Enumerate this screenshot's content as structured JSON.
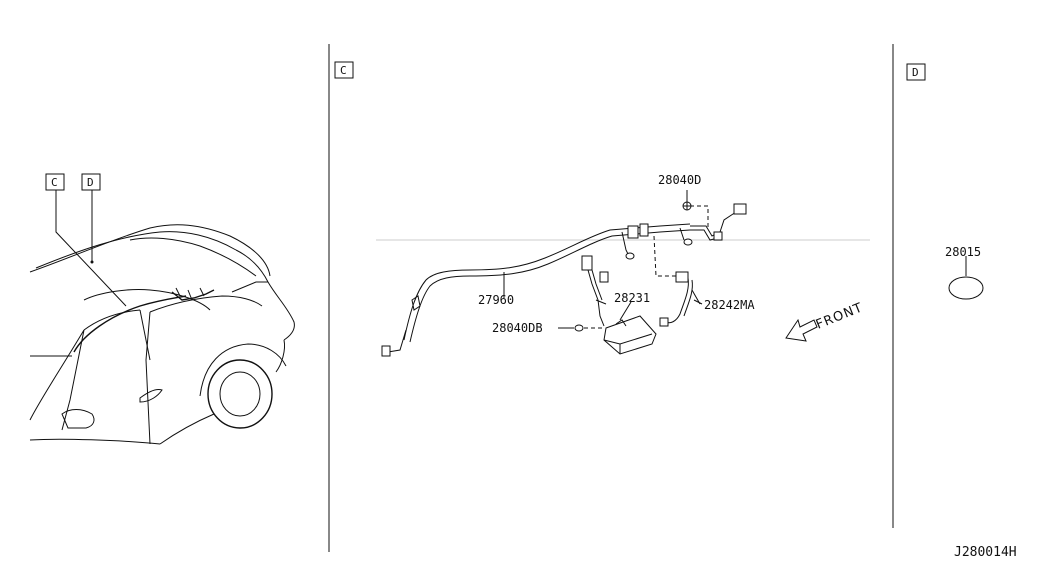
{
  "views": {
    "overview": {
      "ref_c": "C",
      "ref_d": "D"
    },
    "view_c": {
      "ref": "C",
      "parts": {
        "p28040D": "28040D",
        "p27960": "27960",
        "p28231": "28231",
        "p28242MA": "28242MA",
        "p28040DB": "28040DB"
      },
      "direction": "FRONT"
    },
    "view_d": {
      "ref": "D",
      "parts": {
        "p28015": "28015"
      }
    }
  },
  "diagram_code": "J280014H"
}
